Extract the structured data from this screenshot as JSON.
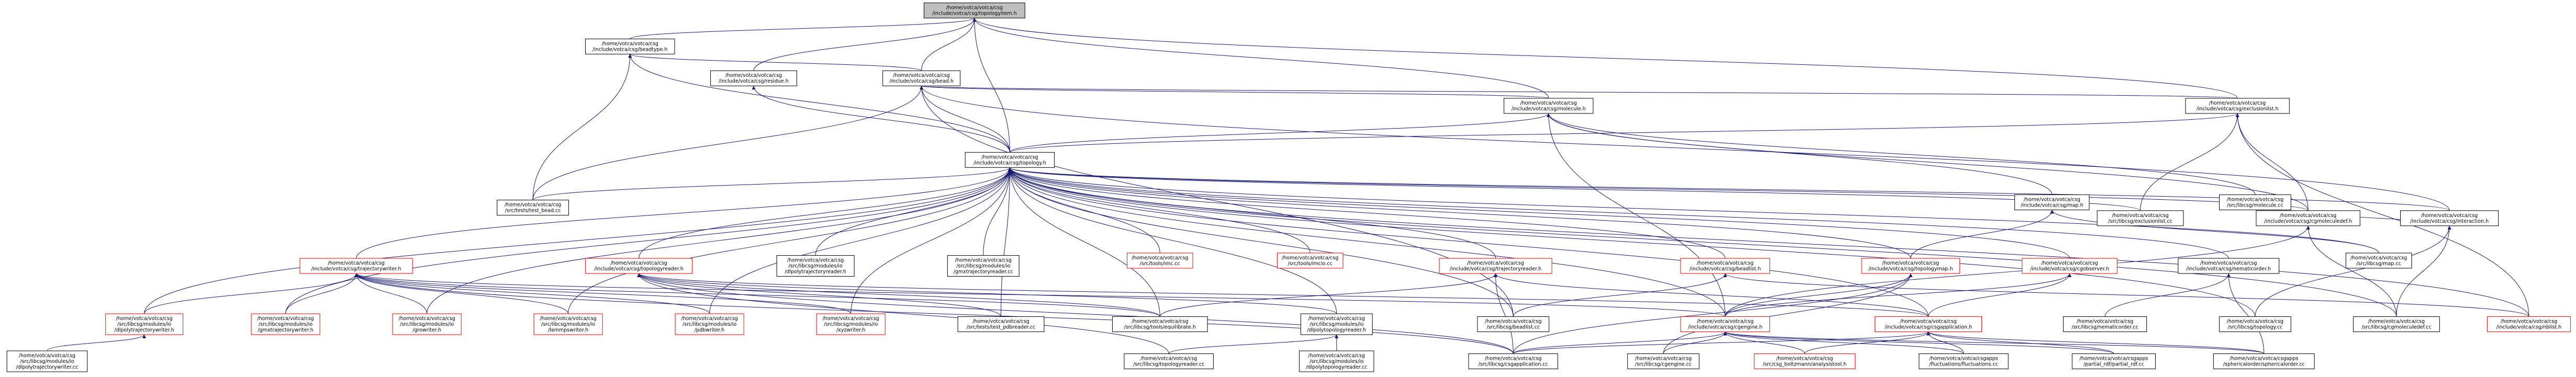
{
  "nodes": [
    {
      "id": "root",
      "lines": [
        "/home/votca/votca/csg",
        "/include/votca/csg/topologyitem.h"
      ],
      "root": true
    },
    {
      "id": "beadtype",
      "lines": [
        "/home/votca/votca/csg",
        "/include/votca/csg/beadtype.h"
      ]
    },
    {
      "id": "residue",
      "lines": [
        "/home/votca/votca/csg",
        "/include/votca/csg/residue.h"
      ]
    },
    {
      "id": "bead",
      "lines": [
        "/home/votca/votca/csg",
        "/include/votca/csg/bead.h"
      ]
    },
    {
      "id": "molecule",
      "lines": [
        "/home/votca/votca/csg",
        "/include/votca/csg/molecule.h"
      ]
    },
    {
      "id": "exclusionlist",
      "lines": [
        "/home/votca/votca/csg",
        "/include/votca/csg/exclusionlist.h"
      ]
    },
    {
      "id": "topology",
      "lines": [
        "/home/votca/votca/csg",
        "/include/votca/csg/topology.h"
      ]
    },
    {
      "id": "test_bead",
      "lines": [
        "/home/votca/votca/csg",
        "/src/tests/test_bead.cc"
      ]
    },
    {
      "id": "map_h",
      "lines": [
        "/home/votca/votca/csg",
        "/include/votca/csg/map.h"
      ]
    },
    {
      "id": "molecule_cc",
      "lines": [
        "/home/votca/votca/csg",
        "/src/libcsg/molecule.cc"
      ]
    },
    {
      "id": "trajwriter",
      "lines": [
        "/home/votca/votca/csg",
        "/include/votca/csg/trajectorywriter.h"
      ],
      "red": true
    },
    {
      "id": "topologyreader",
      "lines": [
        "/home/votca/votca/csg",
        "/include/votca/csg/topologyreader.h"
      ],
      "red": true
    },
    {
      "id": "dlpolytrajreader",
      "lines": [
        "/home/votca/votca/csg",
        "/src/libcsg/modules/io",
        "/dlpolytrajectoryreader.h"
      ]
    },
    {
      "id": "gmxtrajreader",
      "lines": [
        "/home/votca/votca/csg",
        "/src/libcsg/modules/io",
        "/gmxtrajectoryreader.cc"
      ]
    },
    {
      "id": "imc",
      "lines": [
        "/home/votca/votca/csg",
        "/src/tools/imc.cc"
      ],
      "red": true
    },
    {
      "id": "imcio",
      "lines": [
        "/home/votca/votca/csg",
        "/src/tools/imcio.cc"
      ],
      "red": true
    },
    {
      "id": "trajreader",
      "lines": [
        "/home/votca/votca/csg",
        "/include/votca/csg/trajectoryreader.h"
      ],
      "red": true
    },
    {
      "id": "beadlist",
      "lines": [
        "/home/votca/votca/csg",
        "/include/votca/csg/beadlist.h"
      ],
      "red": true
    },
    {
      "id": "topologymap",
      "lines": [
        "/home/votca/votca/csg",
        "/include/votca/csg/topologymap.h"
      ],
      "red": true
    },
    {
      "id": "cgobserver",
      "lines": [
        "/home/votca/votca/csg",
        "/include/votca/csg/cgobserver.h"
      ],
      "red": true
    },
    {
      "id": "nematicorder_h",
      "lines": [
        "/home/votca/votca/csg",
        "/include/votca/csg/nematicorder.h"
      ]
    },
    {
      "id": "map_cc",
      "lines": [
        "/home/votca/votca/csg",
        "/src/libcsg/map.cc"
      ]
    },
    {
      "id": "interaction",
      "lines": [
        "/home/votca/votca/csg",
        "/include/votca/csg/interaction.h"
      ]
    },
    {
      "id": "exclusionlist_cc",
      "lines": [
        "/home/votca/votca/csg",
        "/src/libcsg/exclusionlist.cc"
      ]
    },
    {
      "id": "cgmoleculedef_h",
      "lines": [
        "/home/votca/votca/csg",
        "/include/votca/csg/cgmoleculedef.h"
      ]
    },
    {
      "id": "dlpolytrajwriter",
      "lines": [
        "/home/votca/votca/csg",
        "/src/libcsg/modules/io",
        "/dlpolytrajectorywriter.h"
      ],
      "red": true
    },
    {
      "id": "gmxtrajwriter",
      "lines": [
        "/home/votca/votca/csg",
        "/src/libcsg/modules/io",
        "/gmxtrajectorywriter.h"
      ],
      "red": true
    },
    {
      "id": "growriter",
      "lines": [
        "/home/votca/votca/csg",
        "/src/libcsg/modules/io",
        "/growriter.h"
      ],
      "red": true
    },
    {
      "id": "lammpswriter",
      "lines": [
        "/home/votca/votca/csg",
        "/src/libcsg/modules/io",
        "/lammpswriter.h"
      ],
      "red": true
    },
    {
      "id": "pdbwriter",
      "lines": [
        "/home/votca/votca/csg",
        "/src/libcsg/modules/io",
        "/pdbwriter.h"
      ],
      "red": true
    },
    {
      "id": "xyzwriter",
      "lines": [
        "/home/votca/votca/csg",
        "/src/libcsg/modules/io",
        "/xyzwriter.h"
      ],
      "red": true
    },
    {
      "id": "test_pdbreader",
      "lines": [
        "/home/votca/votca/csg",
        "/src/tests/test_pdbreader.cc"
      ]
    },
    {
      "id": "equilibrate",
      "lines": [
        "/home/votca/votca/csg",
        "/src/libcsg/tools/equilibrate.h"
      ]
    },
    {
      "id": "dlpolytopreader_h",
      "lines": [
        "/home/votca/votca/csg",
        "/src/libcsg/modules/io",
        "/dlpolytopologyreader.h"
      ]
    },
    {
      "id": "beadlist_cc",
      "lines": [
        "/home/votca/votca/csg",
        "/src/libcsg/beadlist.cc"
      ]
    },
    {
      "id": "csgengine",
      "lines": [
        "/home/votca/votca/csg",
        "/include/votca/csg/cgengine.h"
      ],
      "red": true
    },
    {
      "id": "csgapplication",
      "lines": [
        "/home/votca/votca/csg",
        "/include/votca/csg/csgapplication.h"
      ],
      "red": true
    },
    {
      "id": "nematicorder_cc",
      "lines": [
        "/home/votca/votca/csg",
        "/src/libcsg/nematicorder.cc"
      ]
    },
    {
      "id": "topology_cc",
      "lines": [
        "/home/votca/votca/csg",
        "/src/libcsg/topology.cc"
      ]
    },
    {
      "id": "cgmoleculedef_cc",
      "lines": [
        "/home/votca/votca/csg",
        "/src/libcsg/cgmoleculedef.cc"
      ]
    },
    {
      "id": "gmxlist",
      "lines": [
        "/home/votca/votca/csg",
        "/include/votca/csg/nblist.h"
      ],
      "red": true
    },
    {
      "id": "dlpolytrajwriter_cc",
      "lines": [
        "/home/votca/votca/csg",
        "/src/libcsg/modules/io",
        "/dlpolytrajectorywriter.cc"
      ]
    },
    {
      "id": "topologyreader_cc",
      "lines": [
        "/home/votca/votca/csg",
        "/src/libcsg/topologyreader.cc"
      ]
    },
    {
      "id": "dlpolytopreader_cc",
      "lines": [
        "/home/votca/votca/csg",
        "/src/libcsg/modules/io",
        "/dlpolytopologyreader.cc"
      ]
    },
    {
      "id": "csgapplication_cc",
      "lines": [
        "/home/votca/votca/csg",
        "/src/libcsg/csgapplication.cc"
      ]
    },
    {
      "id": "cgengine_cc",
      "lines": [
        "/home/votca/votca/csg",
        "/src/libcsg/cgengine.cc"
      ]
    },
    {
      "id": "boltzmann",
      "lines": [
        "/home/votca/votca/csg",
        "/src/csg_boltzmann/analysistool.h"
      ],
      "red": true
    },
    {
      "id": "fluctuations",
      "lines": [
        "/home/votca/votca/csgapps",
        "/fluctuations/fluctuations.cc"
      ]
    },
    {
      "id": "partial_rdf",
      "lines": [
        "/home/votca/votca/csgapps",
        "/partial_rdf/partial_rdf.cc"
      ]
    },
    {
      "id": "sphericalorder",
      "lines": [
        "/home/votca/votca/csgapps",
        "/sphericalorder/sphericalorder.cc"
      ]
    }
  ],
  "edges": [
    [
      "beadtype",
      "root"
    ],
    [
      "residue",
      "root"
    ],
    [
      "bead",
      "root"
    ],
    [
      "molecule",
      "root"
    ],
    [
      "topology",
      "root"
    ],
    [
      "exclusionlist",
      "root"
    ],
    [
      "bead",
      "beadtype"
    ],
    [
      "topology",
      "beadtype"
    ],
    [
      "test_bead",
      "beadtype"
    ],
    [
      "topology",
      "residue"
    ],
    [
      "molecule",
      "bead"
    ],
    [
      "exclusionlist",
      "bead"
    ],
    [
      "topology",
      "bead"
    ],
    [
      "test_bead",
      "bead"
    ],
    [
      "beadlist_cc",
      "bead"
    ],
    [
      "interaction",
      "bead"
    ],
    [
      "topology",
      "molecule"
    ],
    [
      "map_h",
      "molecule"
    ],
    [
      "molecule_cc",
      "molecule"
    ],
    [
      "cgmoleculedef_h",
      "molecule"
    ],
    [
      "csgengine",
      "molecule"
    ],
    [
      "topology",
      "exclusionlist"
    ],
    [
      "exclusionlist_cc",
      "exclusionlist"
    ],
    [
      "cgmoleculedef_h",
      "exclusionlist"
    ],
    [
      "gmxlist",
      "exclusionlist"
    ],
    [
      "test_bead",
      "topology"
    ],
    [
      "trajwriter",
      "topology"
    ],
    [
      "topologyreader",
      "topology"
    ],
    [
      "dlpolytrajreader",
      "topology"
    ],
    [
      "gmxtrajreader",
      "topology"
    ],
    [
      "imc",
      "topology"
    ],
    [
      "imcio",
      "topology"
    ],
    [
      "trajreader",
      "topology"
    ],
    [
      "beadlist",
      "topology"
    ],
    [
      "topologymap",
      "topology"
    ],
    [
      "cgobserver",
      "topology"
    ],
    [
      "nematicorder_h",
      "topology"
    ],
    [
      "map_cc",
      "topology"
    ],
    [
      "interaction",
      "topology"
    ],
    [
      "exclusionlist_cc",
      "topology"
    ],
    [
      "cgmoleculedef_h",
      "topology"
    ],
    [
      "test_pdbreader",
      "topology"
    ],
    [
      "equilibrate",
      "topology"
    ],
    [
      "dlpolytopreader_h",
      "topology"
    ],
    [
      "beadlist_cc",
      "topology"
    ],
    [
      "csgengine",
      "topology"
    ],
    [
      "csgapplication",
      "topology"
    ],
    [
      "topology_cc",
      "topology"
    ],
    [
      "cgmoleculedef_cc",
      "topology"
    ],
    [
      "gmxlist",
      "topology"
    ],
    [
      "dlpolytrajwriter",
      "topology"
    ],
    [
      "gmxtrajwriter",
      "topology"
    ],
    [
      "growriter",
      "topology"
    ],
    [
      "lammpswriter",
      "topology"
    ],
    [
      "pdbwriter",
      "topology"
    ],
    [
      "xyzwriter",
      "topology"
    ],
    [
      "map_cc",
      "map_h"
    ],
    [
      "topologymap",
      "map_h"
    ],
    [
      "dlpolytrajwriter",
      "trajwriter"
    ],
    [
      "gmxtrajwriter",
      "trajwriter"
    ],
    [
      "growriter",
      "trajwriter"
    ],
    [
      "lammpswriter",
      "trajwriter"
    ],
    [
      "pdbwriter",
      "trajwriter"
    ],
    [
      "xyzwriter",
      "trajwriter"
    ],
    [
      "equilibrate",
      "trajwriter"
    ],
    [
      "csgapplication_cc",
      "trajwriter"
    ],
    [
      "csgengine",
      "trajwriter"
    ],
    [
      "test_pdbreader",
      "topologyreader"
    ],
    [
      "equilibrate",
      "topologyreader"
    ],
    [
      "dlpolytopreader_h",
      "topologyreader"
    ],
    [
      "csgapplication_cc",
      "topologyreader"
    ],
    [
      "topologyreader_cc",
      "topologyreader"
    ],
    [
      "csgapplication",
      "topologyreader"
    ],
    [
      "dlpolytrajwriter_cc",
      "dlpolytrajwriter"
    ],
    [
      "topologyreader_cc",
      "dlpolytopreader_h"
    ],
    [
      "dlpolytopreader_cc",
      "dlpolytopreader_h"
    ],
    [
      "csgapplication_cc",
      "trajreader"
    ],
    [
      "equilibrate",
      "trajreader"
    ],
    [
      "csgapplication",
      "trajreader"
    ],
    [
      "beadlist_cc",
      "beadlist"
    ],
    [
      "gmxlist",
      "beadlist"
    ],
    [
      "csgengine",
      "topologymap"
    ],
    [
      "csgapplication_cc",
      "topologymap"
    ],
    [
      "cgengine_cc",
      "topologymap"
    ],
    [
      "csgengine",
      "cgobserver"
    ],
    [
      "csgapplication",
      "cgobserver"
    ],
    [
      "nematicorder_cc",
      "nematicorder_h"
    ],
    [
      "sphericalorder",
      "nematicorder_h"
    ],
    [
      "cgmoleculedef_h",
      "interaction"
    ],
    [
      "topology_cc",
      "interaction"
    ],
    [
      "cgmoleculedef_cc",
      "interaction"
    ],
    [
      "cgmoleculedef_cc",
      "cgmoleculedef_h"
    ],
    [
      "csgengine",
      "cgmoleculedef_h"
    ],
    [
      "csgapplication_cc",
      "csgengine"
    ],
    [
      "cgengine_cc",
      "csgengine"
    ],
    [
      "boltzmann",
      "csgengine"
    ],
    [
      "fluctuations",
      "csgengine"
    ],
    [
      "partial_rdf",
      "csgengine"
    ],
    [
      "sphericalorder",
      "csgengine"
    ],
    [
      "csgapplication_cc",
      "csgapplication"
    ],
    [
      "fluctuations",
      "csgapplication"
    ],
    [
      "partial_rdf",
      "csgapplication"
    ],
    [
      "sphericalorder",
      "csgapplication"
    ],
    [
      "boltzmann",
      "csgapplication"
    ]
  ]
}
